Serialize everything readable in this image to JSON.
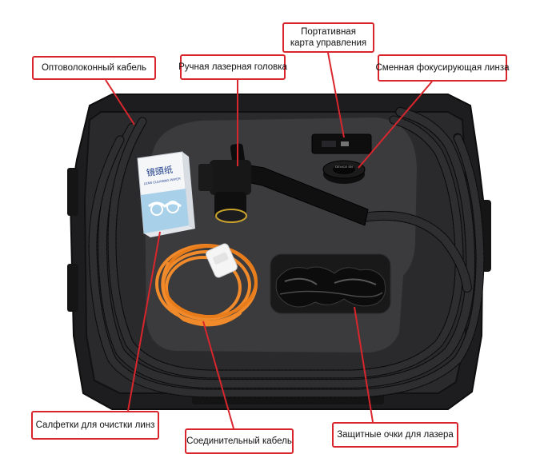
{
  "labels": {
    "fiber_cable": "Оптоволоконный кабель",
    "laser_head": "Ручная лазерная головка",
    "control_card_line1": "Портативная",
    "control_card_line2": "карта управления",
    "focus_lens": "Сменная фокусирующая линза",
    "cleaning_wipes": "Салфетки для очистки линз",
    "connection_cable": "Соединительный кабель",
    "safety_glasses": "Защитные очки для лазера"
  },
  "product_text": {
    "wipes_box_chinese": "镜頭纸",
    "wipes_box_english": "LENS CLEANING PAPER",
    "lens_box_text": "DEVICE SN"
  },
  "colors": {
    "callout_red": "#d9262c",
    "case_black": "#1a1a1c",
    "foam_grey": "#3b3b3d",
    "cable_orange": "#f08a2a"
  }
}
